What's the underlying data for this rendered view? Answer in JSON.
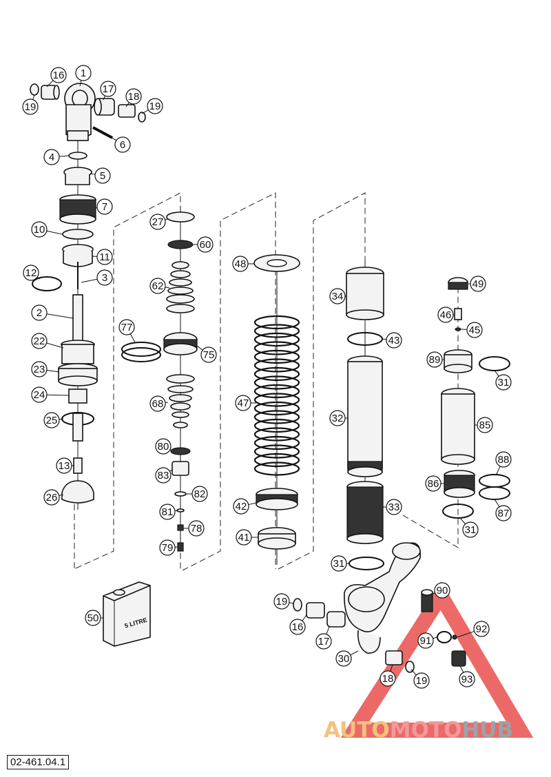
{
  "document_code": "02-461.04.1",
  "watermark": {
    "part1": "AUTO",
    "part2": "MOTO",
    "part3": "HUB",
    "colors": {
      "auto": "#f1c27d",
      "moto": "#ef9a9a",
      "hub": "#9aa3a8",
      "triangle": "#e53935"
    }
  },
  "oil_can_label": "5 LITRE",
  "callouts": [
    "1",
    "16",
    "17",
    "18",
    "19",
    "19",
    "6",
    "4",
    "5",
    "7",
    "10",
    "11",
    "12",
    "3",
    "2",
    "22",
    "23",
    "24",
    "25",
    "13",
    "26",
    "27",
    "60",
    "62",
    "77",
    "75",
    "68",
    "80",
    "83",
    "82",
    "81",
    "78",
    "79",
    "48",
    "47",
    "42",
    "41",
    "34",
    "43",
    "32",
    "33",
    "31",
    "49",
    "46",
    "45",
    "89",
    "31",
    "85",
    "88",
    "86",
    "87",
    "31",
    "50",
    "19",
    "16",
    "17",
    "30",
    "90",
    "91",
    "92",
    "18",
    "19",
    "93"
  ]
}
